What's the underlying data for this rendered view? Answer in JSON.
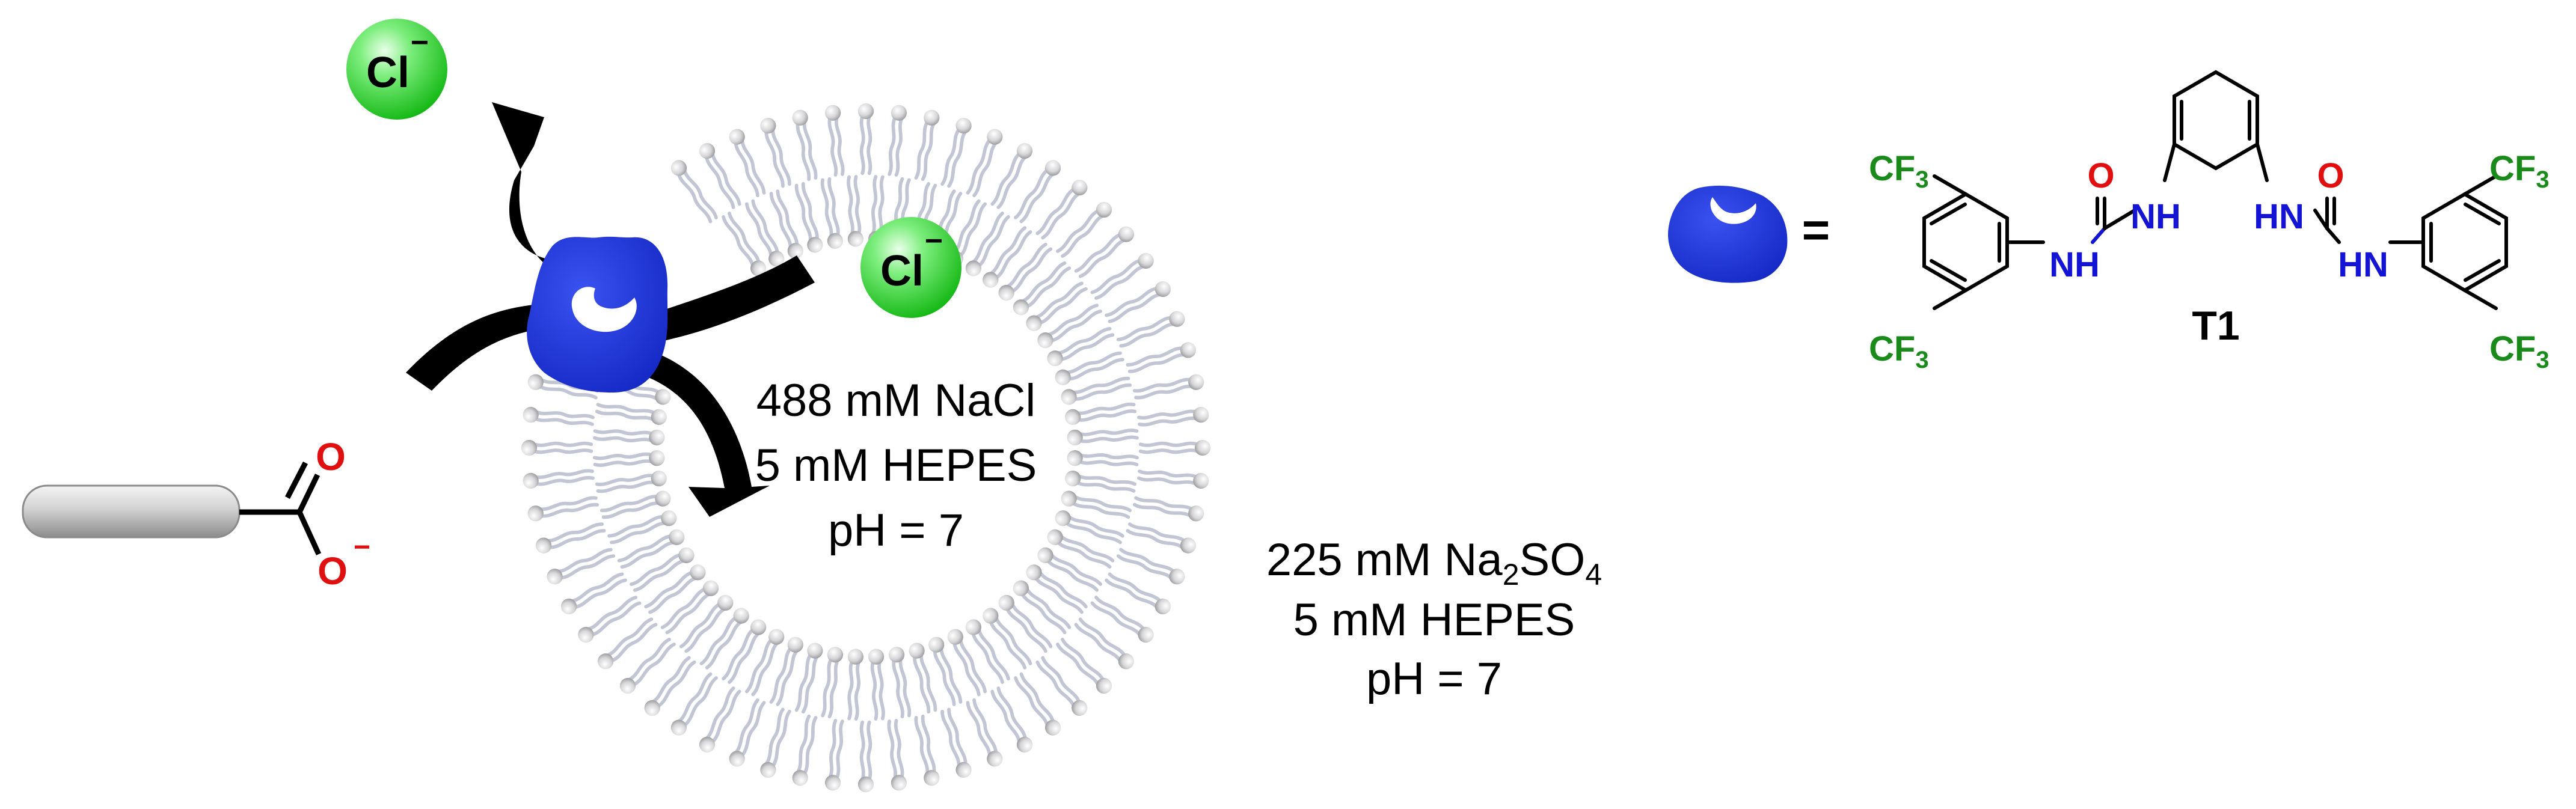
{
  "colors": {
    "background": "#ffffff",
    "chloride_ion": "#2ed22e",
    "transporter": "#1f35d8",
    "oxygen": "#e01010",
    "nitrogen": "#1414d4",
    "trifluoromethyl": "#1a8a1a",
    "arrow": "#000000",
    "lipid_head": "#c9c9cc",
    "lipid_tail": "#c4c6d6"
  },
  "chloride": {
    "symbol": "Cl",
    "charge": "−"
  },
  "carboxylate": {
    "oxygen": "O",
    "charge": "−"
  },
  "inside_solution": {
    "line1": "488 mM NaCl",
    "line2": "5 mM HEPES",
    "line3": "pH = 7"
  },
  "outside_solution": {
    "line1_prefix": "225 mM Na",
    "line1_sub1": "2",
    "line1_mid": "SO",
    "line1_sub2": "4",
    "line2": "5 mM HEPES",
    "line3": "pH = 7"
  },
  "legend": {
    "equals": "=",
    "compound_label": "T1"
  },
  "structure": {
    "cf3_prefix": "CF",
    "cf3_sub": "3",
    "oxygen": "O",
    "nh": "NH",
    "hn": "HN"
  },
  "icons": {
    "transporter": "receptor-blob-icon",
    "surfactant": "fatty-acid-icon",
    "membrane": "lipid-bilayer-vesicle"
  }
}
